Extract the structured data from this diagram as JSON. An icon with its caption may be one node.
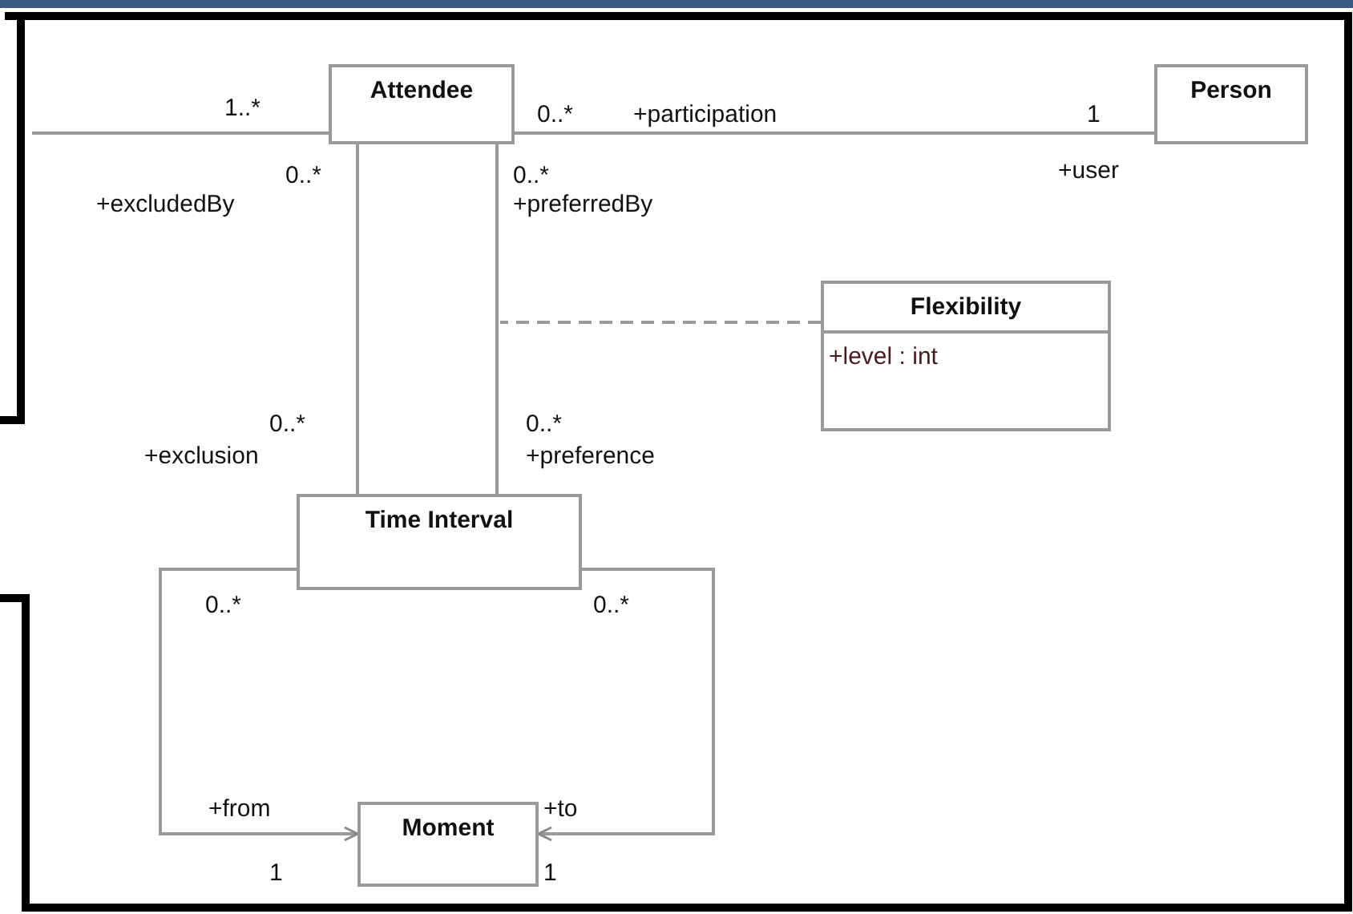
{
  "diagram": {
    "nodes": [
      {
        "text": [
          "Attendee"
        ]
      },
      {
        "text": [
          "Person"
        ]
      },
      {
        "text": [
          "Flexibility",
          "+level : int"
        ]
      },
      {
        "text": [
          "Time Interval"
        ]
      },
      {
        "text": [
          "Moment"
        ]
      }
    ],
    "edges": [
      {
        "from": null,
        "to": 0,
        "arrow": "none"
      },
      {
        "from": 0,
        "to": 1,
        "arrow": "none"
      },
      {
        "from": 0,
        "to": 3,
        "arrow": "none"
      },
      {
        "from": 0,
        "to": 3,
        "arrow": "none"
      },
      {
        "from": 2,
        "to": null,
        "arrow": "none",
        "style": "dashed"
      },
      {
        "from": 3,
        "to": 4,
        "arrow": "to"
      },
      {
        "from": 3,
        "to": 4,
        "arrow": "to"
      }
    ],
    "labels": [
      "1..*",
      "0..*",
      "+participation",
      "1",
      "0..*",
      "+excludedBy",
      "0..*",
      "+preferredBy",
      "+user",
      "0..*",
      "+exclusion",
      "0..*",
      "+preference",
      "0..*",
      "0..*",
      "+from",
      "+to",
      "1",
      "1"
    ]
  }
}
